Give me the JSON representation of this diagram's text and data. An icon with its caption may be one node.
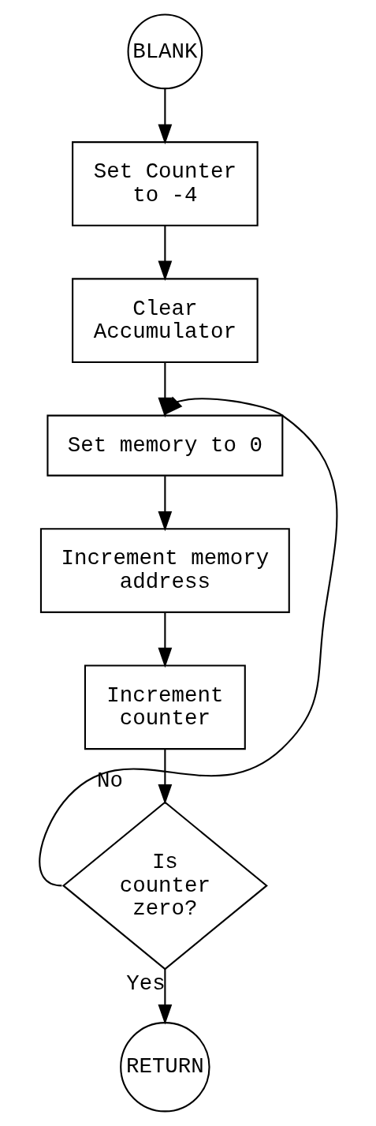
{
  "diagram": {
    "nodes": [
      {
        "text": [
          "BLANK"
        ]
      },
      {
        "text": [
          "Set Counter to -4"
        ]
      },
      {
        "text": [
          "Clear Accumulator"
        ]
      },
      {
        "text": [
          "Set memory to 0"
        ]
      },
      {
        "text": [
          "Increment memory address"
        ]
      },
      {
        "text": [
          "Increment counter"
        ]
      },
      {
        "text": [
          "Is counter zero?"
        ]
      },
      {
        "text": [
          "RETURN"
        ]
      }
    ],
    "edges": [
      {
        "from": 0,
        "to": 1,
        "arrow": "to"
      },
      {
        "from": 1,
        "to": 2,
        "arrow": "to"
      },
      {
        "from": 2,
        "to": 3,
        "arrow": "to"
      },
      {
        "from": 3,
        "to": 4,
        "arrow": "to"
      },
      {
        "from": 4,
        "to": 5,
        "arrow": "to"
      },
      {
        "from": 5,
        "to": 6,
        "arrow": "to"
      },
      {
        "from": 6,
        "to": 3,
        "arrow": "to",
        "label": "No"
      },
      {
        "from": 6,
        "to": 7,
        "arrow": "to",
        "label": "Yes"
      }
    ]
  }
}
